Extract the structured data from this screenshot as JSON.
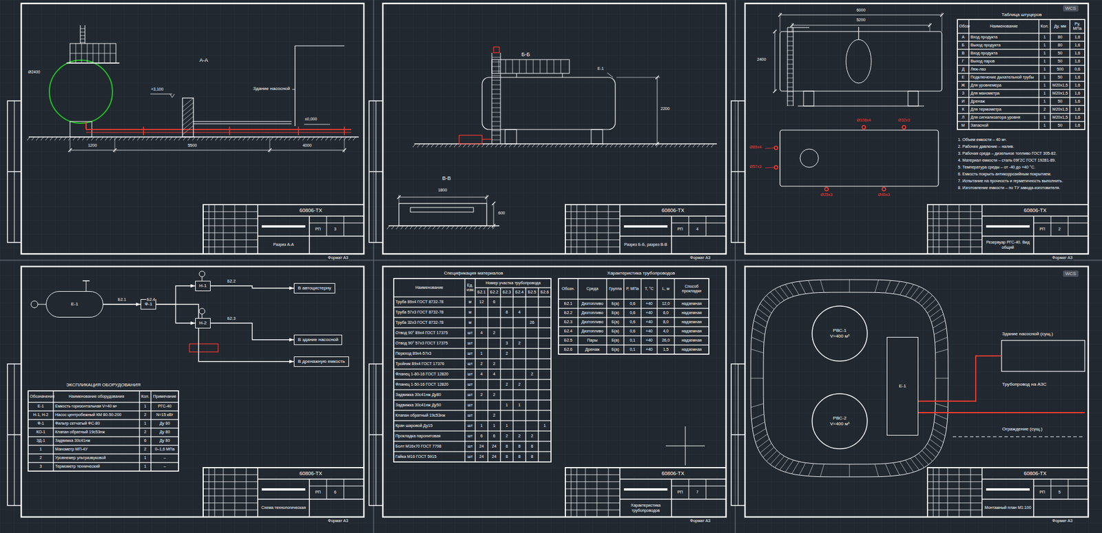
{
  "diagram": {
    "nodes": [
      {
        "text": [
          "Е-1"
        ]
      },
      {
        "text": [
          "Ф-1"
        ]
      },
      {
        "text": [
          "Н-1"
        ]
      },
      {
        "text": [
          "Н-2"
        ]
      },
      {
        "text": [
          "В автоцистерну"
        ]
      },
      {
        "text": [
          "В здание насосной"
        ]
      },
      {
        "text": [
          "В дренажную емкость"
        ]
      },
      {
        "text": [
          "РВС-1",
          "V=400 м³"
        ]
      },
      {
        "text": [
          "РВС-2",
          "V=400 м³"
        ]
      },
      {
        "text": [
          "Е-1"
        ]
      }
    ],
    "edges": [
      {
        "from": 0,
        "to": 1,
        "arrow": "to",
        "label": "Б2.1"
      },
      {
        "from": 1,
        "to": 2,
        "arrow": "to"
      },
      {
        "from": 1,
        "to": 3,
        "arrow": "to"
      },
      {
        "from": 2,
        "to": 4,
        "arrow": "to",
        "label": "Б2.2"
      },
      {
        "from": 3,
        "to": 5,
        "arrow": "to",
        "label": "Б2.3"
      },
      {
        "from": 0,
        "to": 6,
        "arrow": "to",
        "label": "Б2.4"
      }
    ],
    "labels": [
      "А-А",
      "Ø2400",
      "+3,100",
      "Здание насосной",
      "±0,000",
      "1200",
      "5500",
      "4000",
      "60806-ТХ",
      "РП",
      "3",
      "Разрез А-А",
      "Формат А3",
      "Б-Б",
      "Е-1",
      "2200",
      "В-В",
      "1800",
      "600",
      "60806-ТХ",
      "РП",
      "4",
      "Разрез Б-Б, разрез В-В",
      "Формат А3",
      "6000",
      "5200",
      "2400",
      "Ø89х4",
      "Ø57х3",
      "Ø108х4",
      "Ø32х3",
      "Ø25х3",
      "Ø45х3",
      "WCS",
      "Таблица штуцеров",
      "Обозн.",
      "Наименование",
      "Кол.",
      "Ду, мм",
      "Ру, МПа",
      "А",
      "Вход продукта",
      "1",
      "80",
      "1,6",
      "Б",
      "Выход продукта",
      "1",
      "80",
      "1,6",
      "В",
      "Вход продукта",
      "1",
      "50",
      "1,6",
      "Г",
      "Выход паров",
      "1",
      "50",
      "1,6",
      "Д",
      "Люк-лаз",
      "1",
      "500",
      "0,6",
      "Е",
      "Подключение дыхательной трубы",
      "1",
      "50",
      "1,6",
      "Ж",
      "Для уровнемера",
      "1",
      "М20х1,5",
      "1,6",
      "З",
      "Для манометра",
      "1",
      "М20х1,5",
      "1,6",
      "И",
      "Дренаж",
      "1",
      "50",
      "1,6",
      "К",
      "Для термометра",
      "2",
      "М20х1,5",
      "1,6",
      "Л",
      "Для сигнализатора уровня",
      "1",
      "М20х1,5",
      "1,6",
      "М",
      "Запасной",
      "1",
      "50",
      "1,6",
      "1. Объем емкости – 40 м³.",
      "2. Рабочее давление – налив.",
      "3. Рабочая среда – дизельное топливо ГОСТ 305-82.",
      "4. Материал емкости – сталь 09Г2С ГОСТ 19281-89.",
      "5. Температура среды – от -40 до +40 °С.",
      "6. Емкость покрыть антикоррозийным покрытием.",
      "7. Испытание на прочность и герметичность выполнить.",
      "8. Изготовление емкости – по ТУ завода-изготовителя.",
      "60806-ТХ",
      "РП",
      "2",
      "Резервуар РГС-40. Вид общий",
      "Формат А3",
      "ЭКСПЛИКАЦИЯ ОБОРУДОВАНИЯ",
      "Обозначение",
      "Наименование оборудования",
      "Кол.",
      "Примечание",
      "Е-1",
      "Емкость горизонтальная V=40 м³",
      "1",
      "РГС-40",
      "Н-1, Н-2",
      "Насос центробежный КМ 80-50-200",
      "2",
      "N=15 кВт",
      "Ф-1",
      "Фильтр сетчатый ФС-80",
      "1",
      "Ду 80",
      "КО-1",
      "Клапан обратный 19с53нж",
      "2",
      "Ду 80",
      "ЗД-1",
      "Задвижка 30с41нж",
      "6",
      "Ду 80",
      "1",
      "Манометр МП-4У",
      "2",
      "0–1,6 МПа",
      "2",
      "Уровнемер ультразвуковой",
      "1",
      "–",
      "3",
      "Термометр технический",
      "1",
      "–",
      "60806-ТХ",
      "РП",
      "6",
      "Схема технологическая",
      "Формат А3",
      "Спецификация материалов",
      "Характеристика трубопроводов",
      "Наименование",
      "Ед. изм.",
      "Номер участка трубопровода",
      "Б2.1",
      "Б2.2",
      "Б2.3",
      "Б2.4",
      "Б2.5",
      "Б2.6",
      "Труба 89х4 ГОСТ 8732-78",
      "м",
      "12",
      "6",
      "Труба 57х3 ГОСТ 8732-78",
      "м",
      "8",
      "4",
      "Труба 32х3 ГОСТ 8732-78",
      "м",
      "26",
      "Отвод 90° 89х4 ГОСТ 17375",
      "шт",
      "4",
      "2",
      "Отвод 90° 57х3 ГОСТ 17375",
      "шт",
      "3",
      "2",
      "Переход 89х4-57х3",
      "шт",
      "1",
      "2",
      "Тройник 89х4 ГОСТ 17376",
      "шт",
      "2",
      "2",
      "Фланец 1-80-16 ГОСТ 12820",
      "шт",
      "4",
      "4",
      "2",
      "Фланец 1-50-16 ГОСТ 12820",
      "шт",
      "2",
      "2",
      "Задвижка 30с41нж Ду80",
      "шт",
      "2",
      "2",
      "Задвижка 30с41нж Ду50",
      "шт",
      "1",
      "1",
      "Клапан обратный 19с53нж",
      "шт",
      "2",
      "Кран шаровой Ду15",
      "шт",
      "1",
      "1",
      "1",
      "1",
      "Прокладка паронитовая",
      "шт",
      "6",
      "6",
      "2",
      "2",
      "2",
      "Болт М16х70 ГОСТ 7798",
      "шт",
      "24",
      "24",
      "8",
      "8",
      "8",
      "Гайка М16 ГОСТ 5915",
      "шт",
      "24",
      "24",
      "8",
      "8",
      "8",
      "Обозн.",
      "Среда",
      "Группа",
      "Р, МПа",
      "Т, °С",
      "L, м",
      "Способ прокладки",
      "Б2.1",
      "Дизтопливо",
      "Б(а)",
      "0,6",
      "+40",
      "12,0",
      "надземная",
      "Б2.2",
      "Дизтопливо",
      "Б(а)",
      "0,6",
      "+40",
      "6,0",
      "надземная",
      "Б2.3",
      "Дизтопливо",
      "Б(а)",
      "0,6",
      "+40",
      "8,0",
      "надземная",
      "Б2.4",
      "Дизтопливо",
      "Б(а)",
      "0,6",
      "+40",
      "4,0",
      "надземная",
      "Б2.5",
      "Пары",
      "Б(а)",
      "0,1",
      "+40",
      "26,0",
      "надземная",
      "Б2.6",
      "Дренаж",
      "Б(а)",
      "0,1",
      "+40",
      "1,5",
      "надземная",
      "60806-ТХ",
      "РП",
      "7",
      "Характеристика трубопроводов",
      "Формат А3",
      "WCS",
      "Здание насосной (сущ.)",
      "Трубопровод на АЗС",
      "Ограждение (сущ.)",
      "60806-ТХ",
      "РП",
      "5",
      "Монтажный план М1:100",
      "Формат А3"
    ]
  }
}
